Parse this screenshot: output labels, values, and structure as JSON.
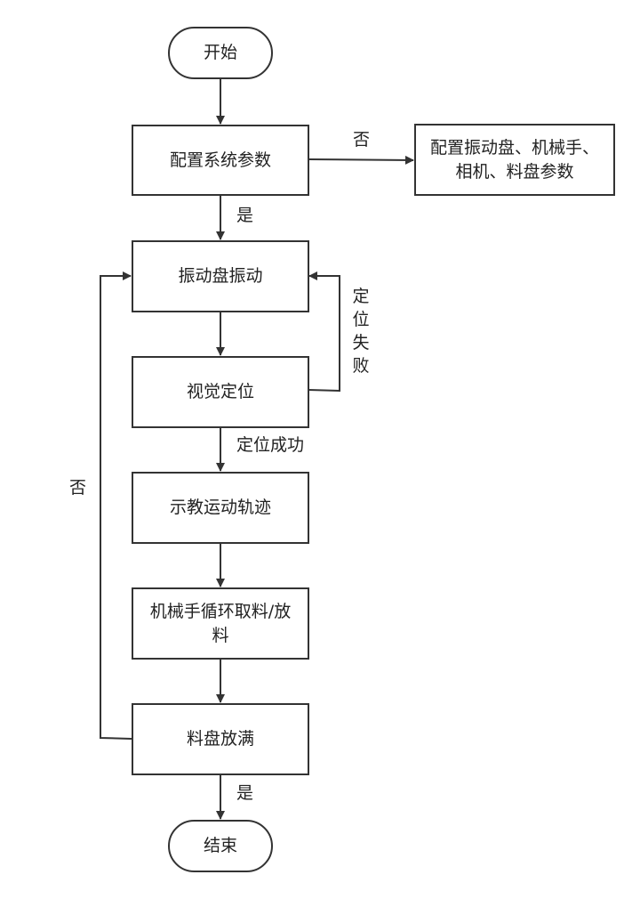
{
  "nodes": {
    "start": "开始",
    "config": "配置系统参数",
    "config_sub": "配置振动盘、机械手、相机、料盘参数",
    "vibrate": "振动盘振动",
    "vision": "视觉定位",
    "teach": "示教运动轨迹",
    "robot": "机械手循环取料/放料",
    "full": "料盘放满",
    "end": "结束"
  },
  "labels": {
    "no_config": "否",
    "yes_config": "是",
    "locate_fail": "定位失败",
    "locate_ok": "定位成功",
    "no_full": "否",
    "yes_full": "是"
  }
}
